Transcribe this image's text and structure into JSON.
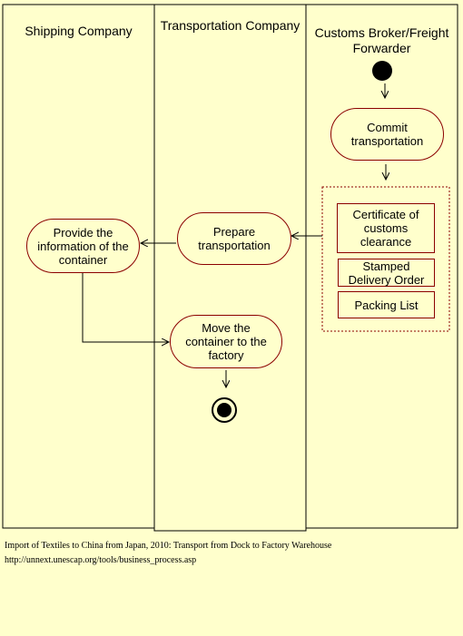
{
  "lanes": {
    "shipping": "Shipping Company",
    "transport": "Transportation Company",
    "customs": "Customs Broker/Freight Forwarder"
  },
  "activities": {
    "commit": "Commit transportation",
    "prepare": "Prepare transportation",
    "provide_info": "Provide the information of the container",
    "move_container": "Move the container to the factory"
  },
  "documents": {
    "certificate": "Certificate of customs clearance",
    "delivery_order": "Stamped Delivery Order",
    "packing_list": "Packing List"
  },
  "caption": {
    "line1": "Import of Textiles to China from Japan, 2010: Transport from Dock to Factory Warehouse",
    "line2": "http://unnext.unescap.org/tools/business_process.asp"
  },
  "colors": {
    "background": "#ffffcc",
    "border": "#8b0000",
    "lane_border": "#000000"
  }
}
